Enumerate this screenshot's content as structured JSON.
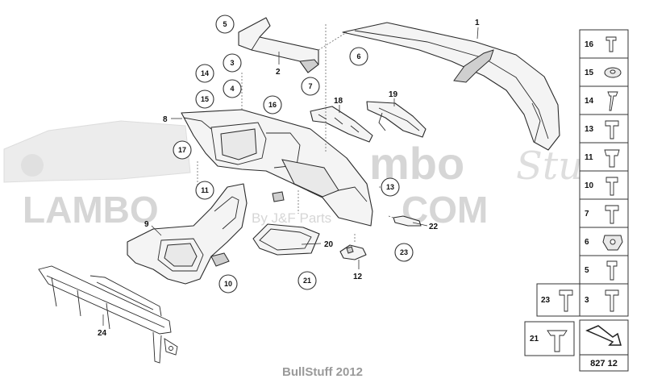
{
  "watermark": {
    "brand_left": "LAMBO",
    "brand_right": "COM",
    "brand_mid": "mbo",
    "script": "Stuff",
    "byline": "By J&F Parts"
  },
  "callouts": [
    "1",
    "2",
    "3",
    "4",
    "5",
    "6",
    "7",
    "8",
    "9",
    "10",
    "11",
    "12",
    "13",
    "14",
    "15",
    "16",
    "17",
    "18",
    "19",
    "20",
    "21",
    "22",
    "23",
    "24"
  ],
  "fastener_panel": {
    "items": [
      "16",
      "15",
      "14",
      "13",
      "11",
      "10",
      "7",
      "6",
      "5",
      "3",
      "23",
      "21"
    ]
  },
  "figure_number": "827 12",
  "footer": "BullStuff 2012"
}
